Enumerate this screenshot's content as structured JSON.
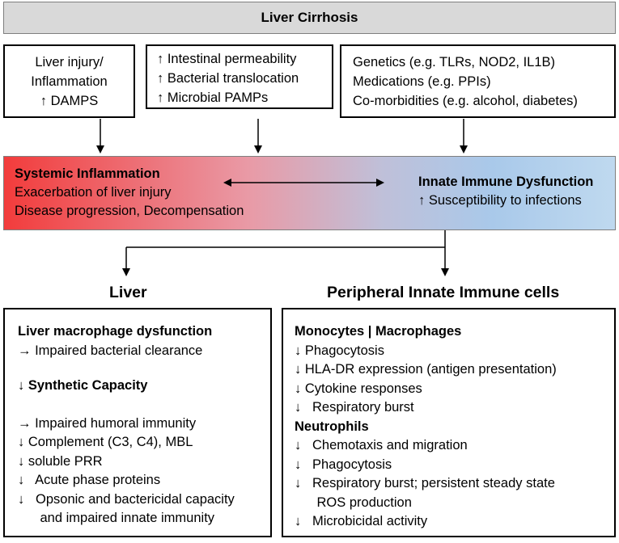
{
  "title": "Liver Cirrhosis",
  "top_boxes": [
    {
      "lines": [
        "Liver injury/",
        "Inflammation",
        "↑ DAMPS"
      ]
    },
    {
      "lines": [
        "↑ Intestinal permeability",
        "↑ Bacterial translocation",
        "↑ Microbial PAMPs"
      ]
    },
    {
      "lines": [
        "Genetics (e.g. TLRs, NOD2, IL1B)",
        "Medications (e.g. PPIs)",
        "Co-morbidities (e.g. alcohol, diabetes)"
      ]
    }
  ],
  "middle": {
    "left_title": "Systemic Inflammation",
    "left_lines": [
      "Exacerbation of liver injury",
      "Disease progression, Decompensation"
    ],
    "right_title": "Innate Immune Dysfunction",
    "right_line": "↑ Susceptibility to infections"
  },
  "headings": {
    "liver": "Liver",
    "peripheral": "Peripheral Innate Immune cells"
  },
  "liver_box": {
    "title1": "Liver macrophage dysfunction",
    "line1": "→ Impaired bacterial clearance",
    "title2": "↓ Synthetic Capacity",
    "lines": [
      "→ Impaired humoral immunity",
      "↓ Complement (C3, C4), MBL",
      "↓ soluble PRR",
      "↓   Acute phase proteins",
      "↓   Opsonic and bactericidal capacity",
      "      and impaired innate immunity"
    ]
  },
  "peripheral_box": {
    "title1": "Monocytes | Macrophages",
    "mono_lines": [
      "↓ Phagocytosis",
      "↓ HLA-DR expression (antigen presentation)",
      "↓ Cytokine responses",
      "↓   Respiratory burst"
    ],
    "title2": "Neutrophils",
    "neut_lines": [
      "↓   Chemotaxis and migration",
      "↓   Phagocytosis",
      "↓   Respiratory burst; persistent steady state",
      "      ROS production",
      "↓   Microbicidal activity"
    ]
  }
}
